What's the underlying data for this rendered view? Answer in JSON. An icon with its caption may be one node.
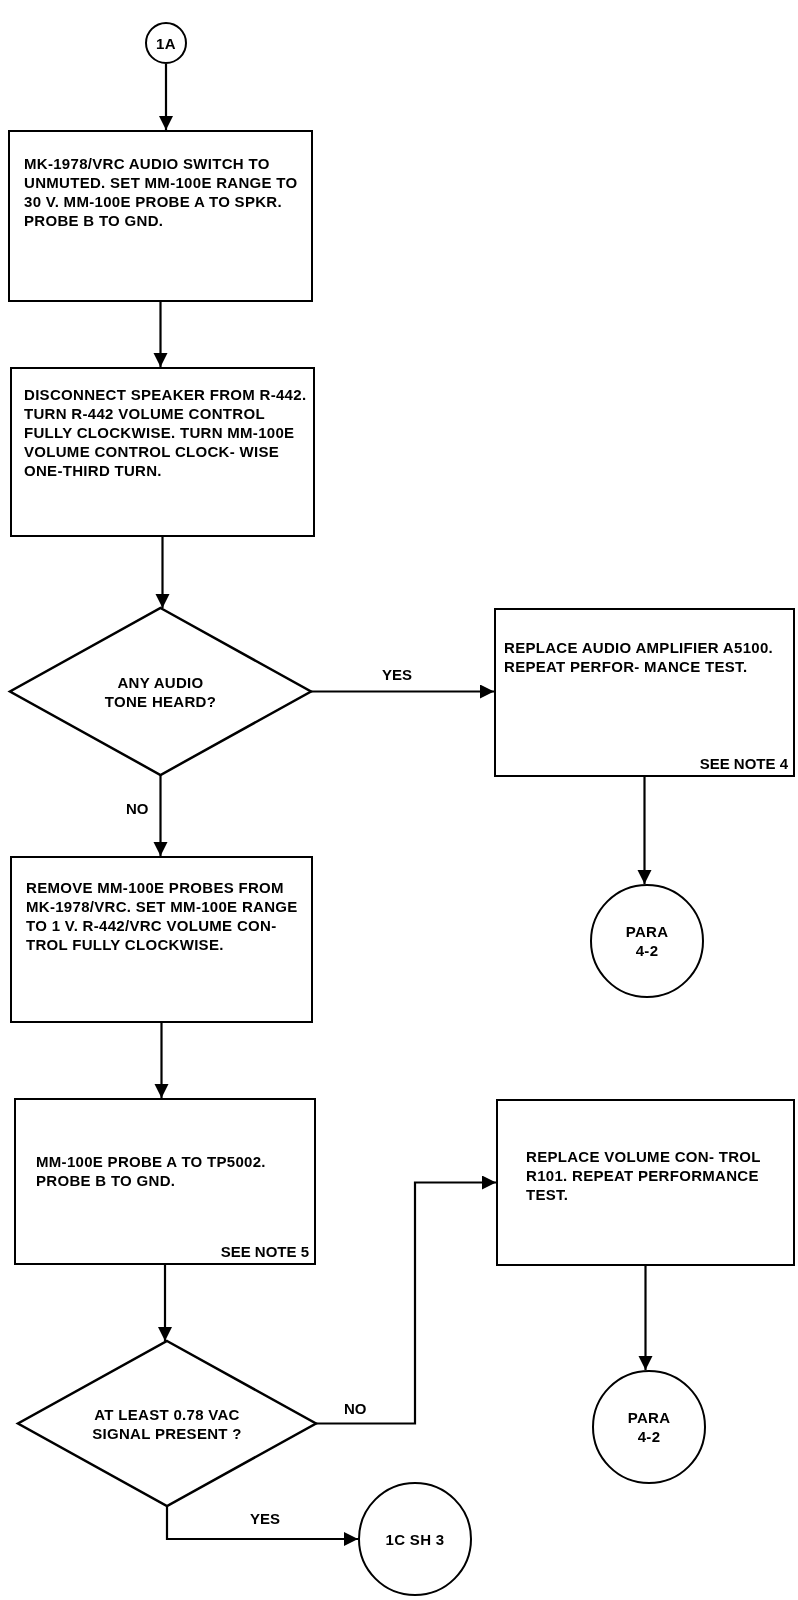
{
  "diagram": {
    "nodes": [
      {
        "text": [
          "1A"
        ]
      },
      {
        "text": [
          "MK-1978/VRC AUDIO SWITCH TO UNMUTED. SET MM-100E RANGE TO 30 V. MM-100E PROBE A TO SPKR. PROBE B TO GND."
        ]
      },
      {
        "text": [
          "DISCONNECT SPEAKER FROM R-442. TURN R-442 VOLUME CONTROL FULLY CLOCKWISE. TURN MM-100E VOLUME CONTROL CLOCK- WISE ONE-THIRD TURN."
        ]
      },
      {
        "text": [
          "ANY AUDIO TONE HEARD?"
        ]
      },
      {
        "text": [
          "REPLACE AUDIO AMPLIFIER A5100. REPEAT PERFOR- MANCE TEST.",
          "SEE NOTE 4"
        ]
      },
      {
        "text": [
          "PARA 4-2"
        ]
      },
      {
        "text": [
          "REMOVE MM-100E PROBES FROM MK-1978/VRC. SET MM-100E RANGE TO 1 V. R-442/VRC VOLUME CON- TROL FULLY CLOCKWISE."
        ]
      },
      {
        "text": [
          "MM-100E PROBE A TO TP5002. PROBE B TO GND.",
          "SEE NOTE 5"
        ]
      },
      {
        "text": [
          "REPLACE VOLUME CON- TROL R101. REPEAT PERFORMANCE TEST."
        ]
      },
      {
        "text": [
          "AT LEAST 0.78 VAC SIGNAL PRESENT ?"
        ]
      },
      {
        "text": [
          "PARA 4-2"
        ]
      },
      {
        "text": [
          "1C SH 3"
        ]
      }
    ],
    "edges": [
      {
        "from": 0,
        "to": 1,
        "arrow": "to"
      },
      {
        "from": 1,
        "to": 2,
        "arrow": "to"
      },
      {
        "from": 2,
        "to": 3,
        "arrow": "to"
      },
      {
        "from": 3,
        "to": 4,
        "arrow": "to",
        "label": "YES"
      },
      {
        "from": 4,
        "to": 5,
        "arrow": "to"
      },
      {
        "from": 3,
        "to": 6,
        "arrow": "to",
        "label": "NO"
      },
      {
        "from": 6,
        "to": 7,
        "arrow": "to"
      },
      {
        "from": 7,
        "to": 9,
        "arrow": "to"
      },
      {
        "from": 9,
        "to": 8,
        "arrow": "to",
        "label": "NO"
      },
      {
        "from": 8,
        "to": 10,
        "arrow": "to"
      },
      {
        "from": 9,
        "to": 11,
        "arrow": "to",
        "label": "YES"
      }
    ]
  }
}
